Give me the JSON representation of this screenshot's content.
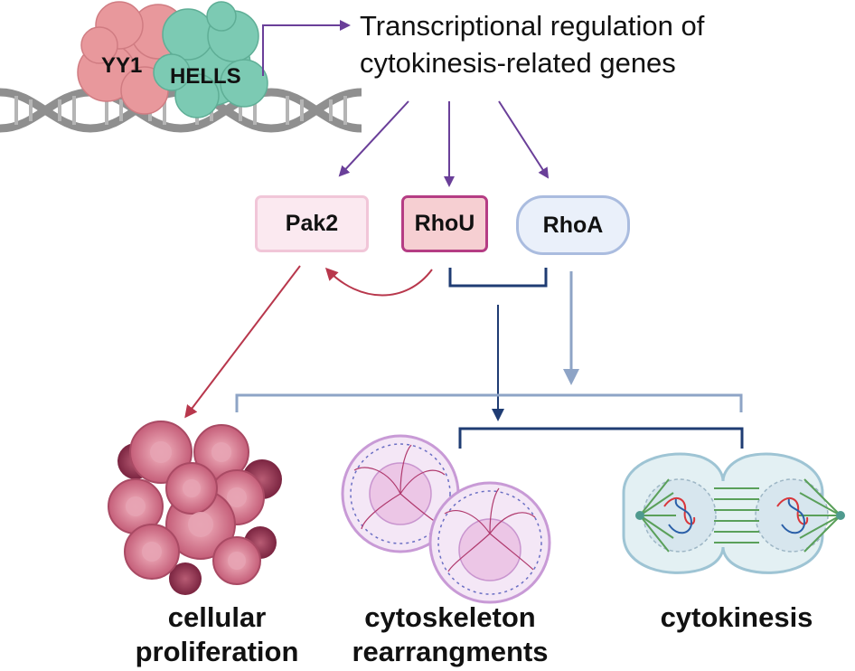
{
  "headline": {
    "line1": "Transcriptional regulation of",
    "line2": "cytokinesis-related genes"
  },
  "complex": {
    "protein1": "YY1",
    "protein2": "HELLS"
  },
  "genes": {
    "pak2": "Pak2",
    "rhou": "RhoU",
    "rhoa": "RhoA"
  },
  "outcomes": {
    "proliferation": {
      "line1": "cellular",
      "line2": "proliferation"
    },
    "cytoskeleton": {
      "line1": "cytoskeleton",
      "line2": "rearrangments"
    },
    "cytokinesis": {
      "line1": "cytokinesis",
      "line2": ""
    }
  },
  "colors": {
    "purple_arrow": "#6a3f99",
    "red_arrow": "#b8374c",
    "navy": "#1f3c73",
    "steel_blue": "#8ea4c6",
    "yy1": "#e8989c",
    "hells": "#7ccab3",
    "dna": "#8f8f8f"
  },
  "icons": [
    "dna-helix-icon",
    "protein-complex-icon",
    "tumor-cell-cluster-icon",
    "cytoskeleton-cells-icon",
    "dividing-cell-icon"
  ]
}
